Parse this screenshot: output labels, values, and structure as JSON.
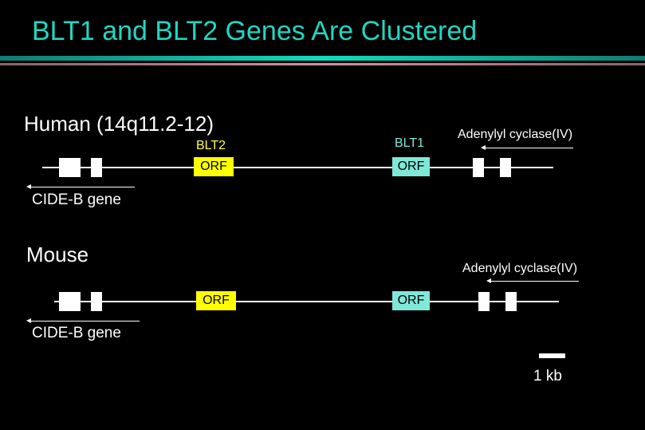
{
  "title": "BLT1 and BLT2 Genes Are Clustered",
  "human": {
    "label": "Human (14q11.2-12)",
    "blt2": "BLT2",
    "blt1": "BLT1",
    "orf2": "ORF",
    "orf1": "ORF",
    "adenylyl": "Adenylyl cyclase(IV)",
    "cide": "CIDE-B gene"
  },
  "mouse": {
    "label": "Mouse",
    "orf2": "ORF",
    "orf1": "ORF",
    "adenylyl": "Adenylyl cyclase(IV)",
    "cide": "CIDE-B gene"
  },
  "scale": {
    "label": "1 kb"
  },
  "colors": {
    "title": "#22d6c2",
    "blt2": "#ffff00",
    "blt1": "#80e8d8"
  }
}
